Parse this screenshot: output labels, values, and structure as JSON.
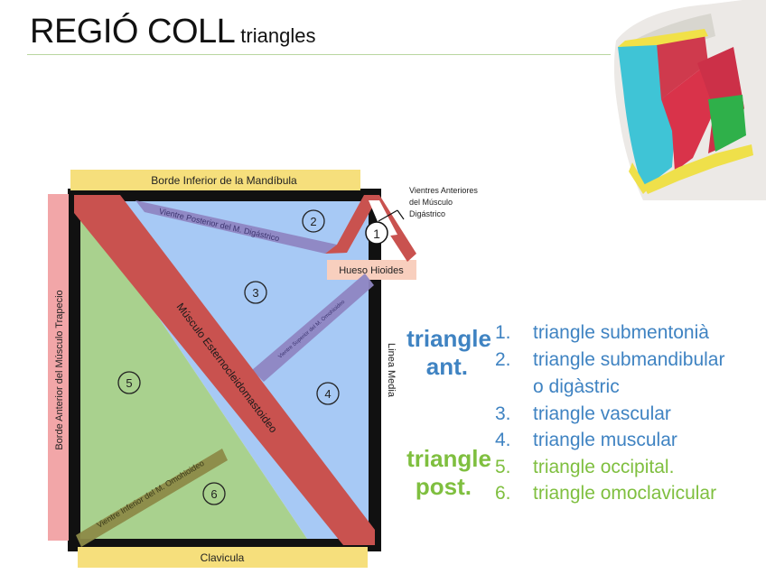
{
  "title": {
    "main": "REGIÓ COLL",
    "sub": "triangles"
  },
  "diagram": {
    "labels": {
      "mandible": "Borde Inferior de la Mandíbula",
      "trapezius": "Borde Anterior del Músculo Trapecio",
      "clavicle": "Clavicula",
      "midline": "Linea Media",
      "hyoid": "Hueso Hioides",
      "scm": "Músculo Esternocleidomastoideo",
      "post_digastric": "Vientre Posterior del M. Digástrico",
      "sup_omohyoid": "Vientre Superior del M. Omohioideo",
      "inf_omohyoid": "Vientre Inferior del M. Omohioideo",
      "ant_digastric_l1": "Vientres Anteriores",
      "ant_digastric_l2": "del Músculo",
      "ant_digastric_l3": "Digástrico"
    },
    "numbers": [
      "1",
      "2",
      "3",
      "4",
      "5",
      "6"
    ]
  },
  "legend": {
    "anterior_label": [
      "triangle",
      "ant."
    ],
    "posterior_label": [
      "triangle",
      "post."
    ],
    "items": [
      {
        "num": "1.",
        "text": "triangle submentonià"
      },
      {
        "num": "2.",
        "text": "triangle submandibular"
      },
      {
        "num": "",
        "text": "o digàstric"
      },
      {
        "num": "3.",
        "text": "triangle vascular"
      },
      {
        "num": "4.",
        "text": "triangle muscular"
      },
      {
        "num": "5.",
        "text": "triangle occipital."
      },
      {
        "num": "6.",
        "text": "triangle omoclavicular"
      }
    ]
  },
  "colors": {
    "anterior": "#4a90d9",
    "posterior": "#7fbf3f",
    "legend_text": "#3f83c2",
    "muscle": "#c9524f",
    "green_region": "#a9d18e",
    "blue_region": "#a7c9f5"
  }
}
